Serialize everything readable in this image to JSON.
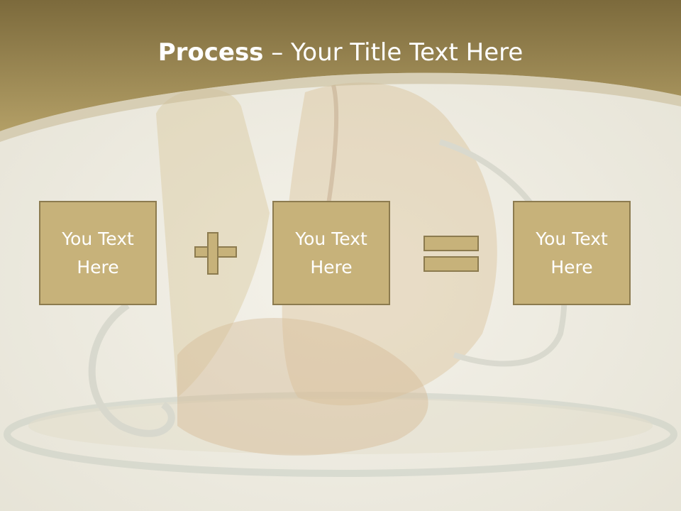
{
  "slide": {
    "title_bold": "Process",
    "title_rest": " – Your Title Text Here",
    "boxes": [
      {
        "text": "You Text Here"
      },
      {
        "text": "You Text Here"
      },
      {
        "text": "You Text Here"
      }
    ],
    "operators": [
      "plus-icon",
      "equals-icon"
    ],
    "colors": {
      "header_band": "#a38d57",
      "box_fill": "#c7b27a",
      "box_border": "#8c7b4f",
      "text": "#ffffff",
      "background": "#efeee6"
    }
  }
}
